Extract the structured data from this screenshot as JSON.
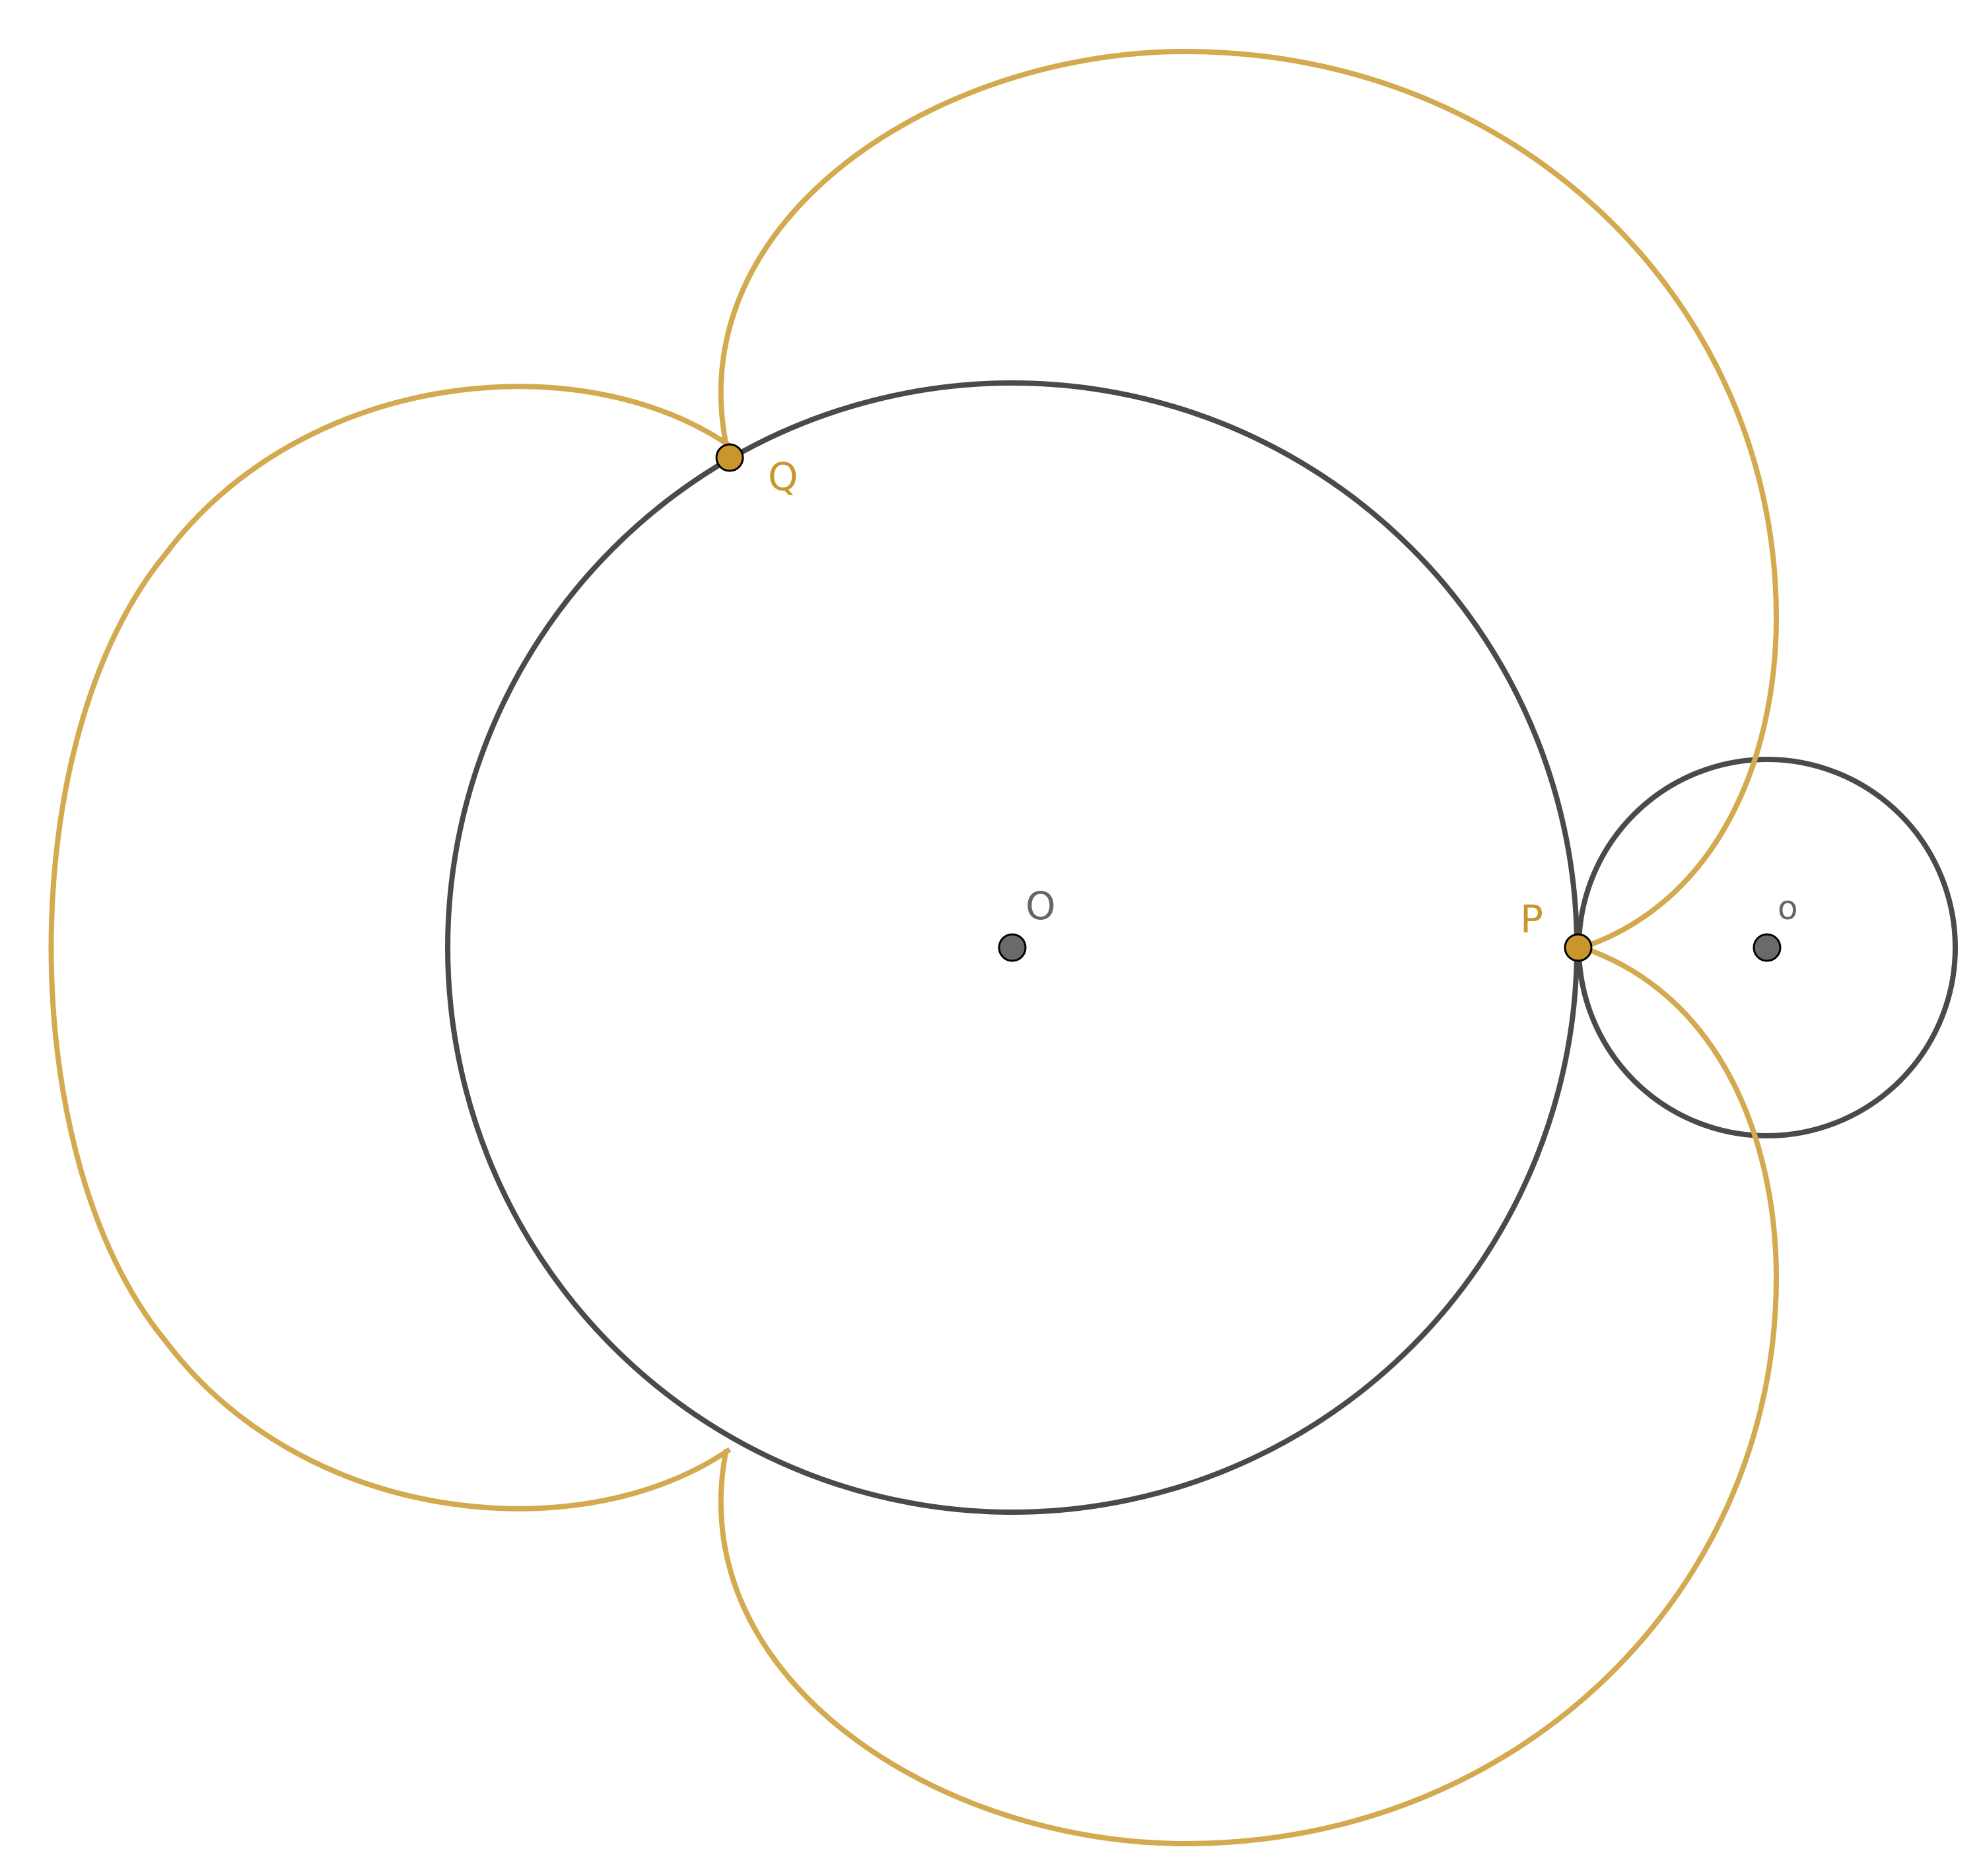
{
  "labels": {
    "big_center": "O",
    "small_center": "o",
    "point_p": "P",
    "point_q": "Q"
  },
  "colors": {
    "circle": "#4a4a4a",
    "curve": "#d4aa50",
    "point_p_fill": "#c9962e",
    "center_fill": "#6a6a6a",
    "label_dark": "#666666",
    "label_gold": "#c9962e"
  }
}
